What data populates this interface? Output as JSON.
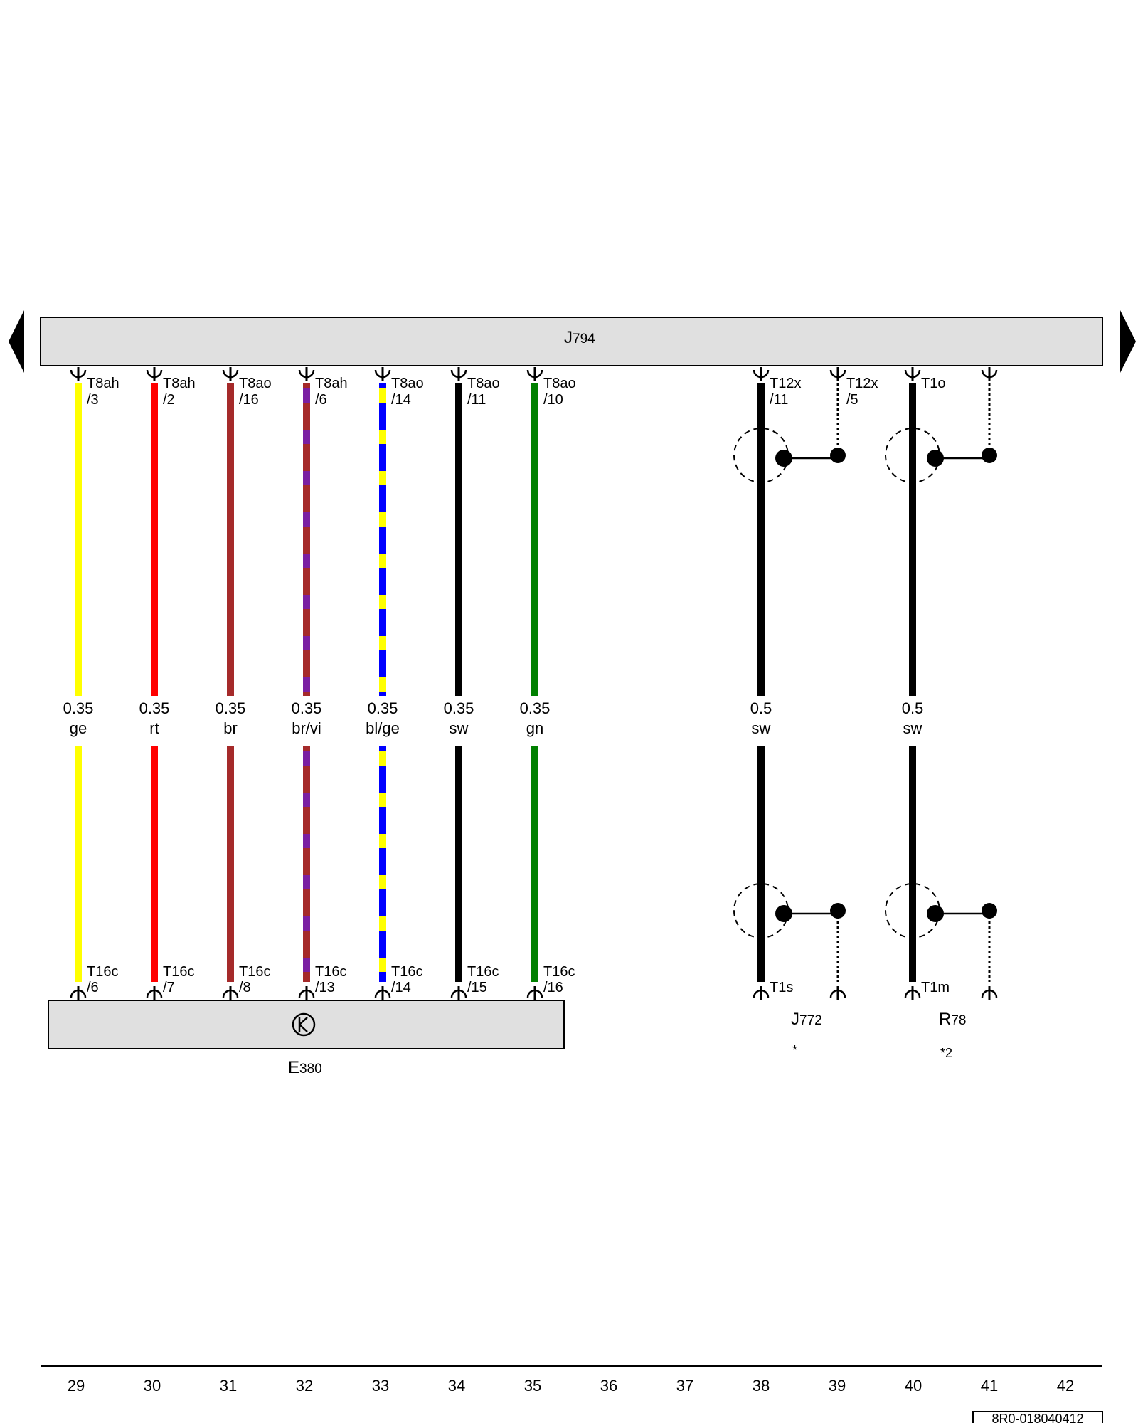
{
  "components": {
    "top_bar": {
      "prefix": "J",
      "sub": "794"
    },
    "bottom_bar": {
      "prefix": "E",
      "sub": "380",
      "icon": "transistor-icon"
    },
    "relay_a": {
      "prefix": "J",
      "sub": "772",
      "note": "*"
    },
    "relay_b": {
      "prefix": "R",
      "sub": "78",
      "note": "*2"
    }
  },
  "colors": {
    "ge": "#ffff00",
    "rt": "#ff0000",
    "br": "#a52a2a",
    "vi": "#7a1fa2",
    "bl": "#0000ff",
    "sw": "#000000",
    "gn": "#008000",
    "bar_fill": "#e0e0e0"
  },
  "wires": [
    {
      "top_conn": "T8ah",
      "top_pin": "/3",
      "gauge": "0.35",
      "color_code": "ge",
      "c1": "#ffff00",
      "bot_conn": "T16c",
      "bot_pin": "/6"
    },
    {
      "top_conn": "T8ah",
      "top_pin": "/2",
      "gauge": "0.35",
      "color_code": "rt",
      "c1": "#ff0000",
      "bot_conn": "T16c",
      "bot_pin": "/7"
    },
    {
      "top_conn": "T8ao",
      "top_pin": "/16",
      "gauge": "0.35",
      "color_code": "br",
      "c1": "#a52a2a",
      "bot_conn": "T16c",
      "bot_pin": "/8"
    },
    {
      "top_conn": "T8ah",
      "top_pin": "/6",
      "gauge": "0.35",
      "color_code": "br/vi",
      "c1": "#a52a2a",
      "c2": "#7a1fa2",
      "bot_conn": "T16c",
      "bot_pin": "/13"
    },
    {
      "top_conn": "T8ao",
      "top_pin": "/14",
      "gauge": "0.35",
      "color_code": "bl/ge",
      "c1": "#0000ff",
      "c2": "#ffff00",
      "bot_conn": "T16c",
      "bot_pin": "/14"
    },
    {
      "top_conn": "T8ao",
      "top_pin": "/11",
      "gauge": "0.35",
      "color_code": "sw",
      "c1": "#000000",
      "bot_conn": "T16c",
      "bot_pin": "/15"
    },
    {
      "top_conn": "T8ao",
      "top_pin": "/10",
      "gauge": "0.35",
      "color_code": "gn",
      "c1": "#008000",
      "bot_conn": "T16c",
      "bot_pin": "/16"
    }
  ],
  "right_wires": [
    {
      "top_conn": "T12x",
      "top_pin": "/11",
      "gauge": "0.5",
      "color_code": "sw",
      "bot_conn": "T1s"
    },
    {
      "top_conn": "T1o",
      "top_pin": "",
      "gauge": "0.5",
      "color_code": "sw",
      "bot_conn": "T1m"
    }
  ],
  "shield_pins": [
    {
      "top_conn": "T12x",
      "top_pin": "/5"
    }
  ],
  "ruler": [
    "29",
    "30",
    "31",
    "32",
    "33",
    "34",
    "35",
    "36",
    "37",
    "38",
    "39",
    "40",
    "41",
    "42"
  ],
  "doc_id": "8R0-018040412"
}
